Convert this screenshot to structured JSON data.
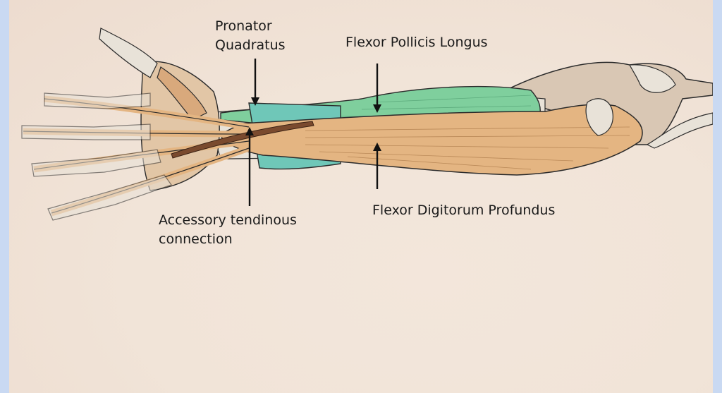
{
  "labels": {
    "pronator_quadratus": "Pronator\nQuadratus",
    "flexor_pollicis_longus": "Flexor Pollicis Longus",
    "flexor_digitorum_profundus": "Flexor Digitorum Profundus",
    "accessory_tendinous_connection": "Accessory tendinous\nconnection"
  },
  "colors": {
    "page_border": "#c9d9f2",
    "paper": "#f4eadf",
    "fdp_muscle": "#e4b582",
    "fpl_muscle": "#7fcf9d",
    "pronator_quadratus": "#6fc7b8",
    "accessory_tendon": "#7a4a2e",
    "bone": "#e8e2d8",
    "outline": "#2b2b2b"
  }
}
